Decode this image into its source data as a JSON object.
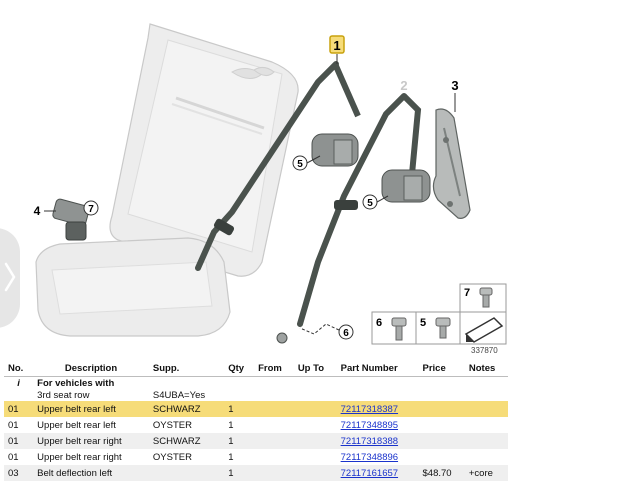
{
  "diagram": {
    "callouts": {
      "c1": "1",
      "c2": "2",
      "c3": "3",
      "c4": "4",
      "c5a": "5",
      "c5b": "5",
      "c6": "6",
      "c7": "7"
    },
    "legend": {
      "l6": "6",
      "l5": "5",
      "l7": "7"
    },
    "image_number": "337870"
  },
  "table": {
    "headers": [
      "No.",
      "Description",
      "Supp.",
      "Qty",
      "From",
      "Up To",
      "Part Number",
      "Price",
      "Notes"
    ],
    "section": {
      "marker": "i",
      "title": "For vehicles with",
      "subtitle": "3rd seat row",
      "supp": "S4UBA=Yes"
    },
    "rows": [
      {
        "no": "01",
        "description": "Upper belt rear left",
        "supp": "SCHWARZ",
        "qty": "1",
        "from": "",
        "upto": "",
        "part": "72117318387",
        "price": "",
        "notes": ""
      },
      {
        "no": "01",
        "description": "Upper belt rear left",
        "supp": "OYSTER",
        "qty": "1",
        "from": "",
        "upto": "",
        "part": "72117348895",
        "price": "",
        "notes": ""
      },
      {
        "no": "01",
        "description": "Upper belt rear right",
        "supp": "SCHWARZ",
        "qty": "1",
        "from": "",
        "upto": "",
        "part": "72117318388",
        "price": "",
        "notes": ""
      },
      {
        "no": "01",
        "description": "Upper belt rear right",
        "supp": "OYSTER",
        "qty": "1",
        "from": "",
        "upto": "",
        "part": "72117348896",
        "price": "",
        "notes": ""
      },
      {
        "no": "03",
        "description": "Belt deflection left",
        "supp": "",
        "qty": "1",
        "from": "",
        "upto": "",
        "part": "72117161657",
        "price": "$48.70",
        "notes": "+core"
      }
    ]
  }
}
